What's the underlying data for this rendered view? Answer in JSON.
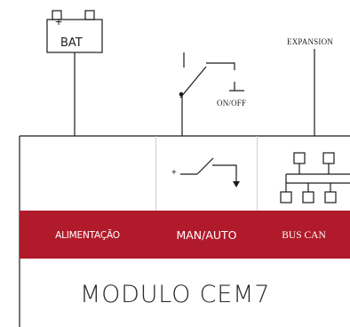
{
  "labels": {
    "bat": "BAT",
    "bat_plus": "+",
    "bat_minus": "−",
    "expansion": "EXPANSION",
    "on_off": "ON/OFF",
    "switch_plus": "+"
  },
  "columns": [
    {
      "label": "ALIMENTAÇÃO"
    },
    {
      "label": "MAN/AUTO"
    },
    {
      "label": "BUS CAN"
    }
  ],
  "module_title": "MODULO CEM7",
  "colors": {
    "accent_red": "#b11a2a",
    "line": "#1a1a1a",
    "divider": "#cfcfcf"
  },
  "icons": [
    "battery-icon",
    "on-off-switch-icon",
    "man-auto-switch-icon",
    "bus-network-icon"
  ]
}
